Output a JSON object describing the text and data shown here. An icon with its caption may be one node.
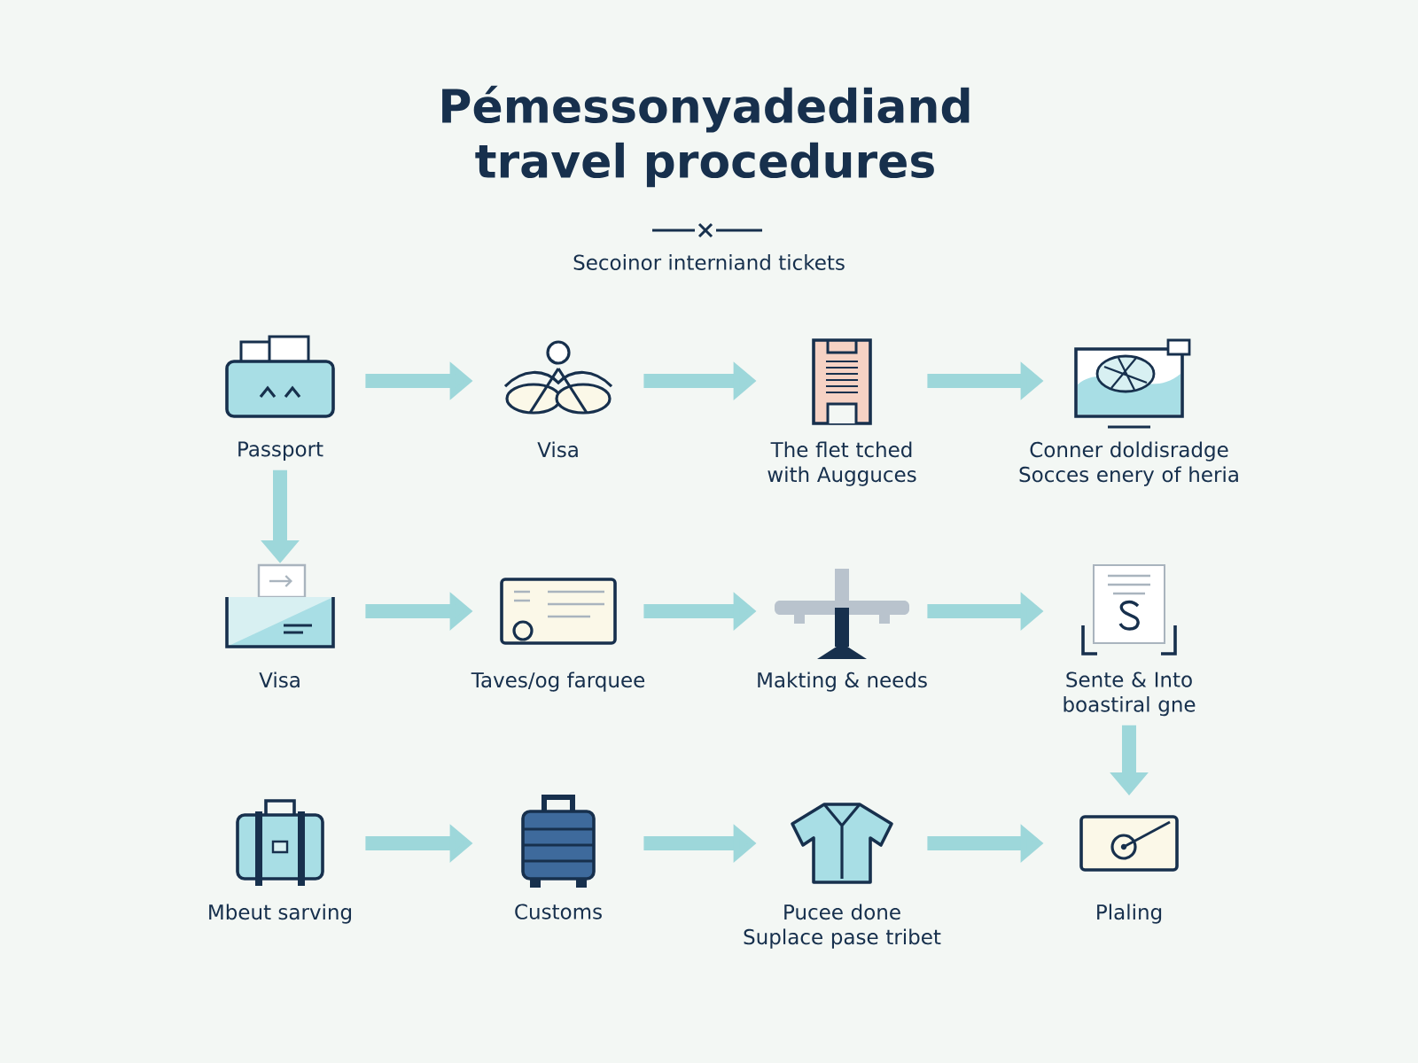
{
  "diagram": {
    "title": "Pémessonyadediand travel procedures",
    "nodes": [
      {
        "text": [
          "Passport"
        ]
      },
      {
        "text": [
          "Visa"
        ]
      },
      {
        "text": [
          "The flet tched with Augguces"
        ]
      },
      {
        "text": [
          "Conner doldisradge Socces enery of heria"
        ]
      },
      {
        "text": [
          "Visa"
        ]
      },
      {
        "text": [
          "Taves/og farquee"
        ]
      },
      {
        "text": [
          "Makting & needs"
        ]
      },
      {
        "text": [
          "Sente & Into boastiral gne"
        ]
      },
      {
        "text": [
          "Mbeut sarving"
        ]
      },
      {
        "text": [
          "Customs"
        ]
      },
      {
        "text": [
          "Pucee done Suplace pase tribet"
        ]
      },
      {
        "text": [
          "Plaling"
        ]
      }
    ],
    "edges": [
      {
        "from": 0,
        "to": 1,
        "arrow": "to"
      },
      {
        "from": 1,
        "to": 2,
        "arrow": "to"
      },
      {
        "from": 2,
        "to": 3,
        "arrow": "to"
      },
      {
        "from": 0,
        "to": 4,
        "arrow": "to"
      },
      {
        "from": 4,
        "to": 5,
        "arrow": "to"
      },
      {
        "from": 5,
        "to": 6,
        "arrow": "to"
      },
      {
        "from": 6,
        "to": 7,
        "arrow": "to"
      },
      {
        "from": 7,
        "to": 11,
        "arrow": "to"
      },
      {
        "from": 8,
        "to": 9,
        "arrow": "to"
      },
      {
        "from": 9,
        "to": 10,
        "arrow": "to"
      },
      {
        "from": 10,
        "to": 11,
        "arrow": "to"
      }
    ],
    "labels": [
      "Secoinor interniand tickets"
    ]
  }
}
